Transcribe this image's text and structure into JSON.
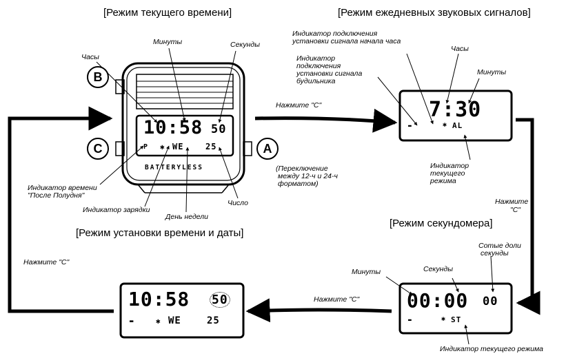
{
  "titles": {
    "current_time": "[Режим текущего времени]",
    "daily_alarm": "[Режим ежедневных звуковых сигналов]",
    "stopwatch": "[Режим секундомера]",
    "time_date_setting": "[Режим установки времени и даты]"
  },
  "buttons": {
    "b": "B",
    "c": "C",
    "a": "A"
  },
  "watch_main": {
    "time_digits": "10:58",
    "seconds_digits": "50",
    "day_text": "WE",
    "date_digits": "25",
    "pm_symbol": "P",
    "brand_text": "BATTERYLESS"
  },
  "alarm_display": {
    "time_digits": "7:30",
    "mode_text": "AL"
  },
  "stopwatch_display": {
    "time_digits": "00:00",
    "hundredths_digits": "00",
    "mode_text": "ST"
  },
  "setting_display": {
    "time_digits": "10:58",
    "seconds_digits": "50",
    "day_text": "WE",
    "date_digits": "25"
  },
  "labels": {
    "hours": "Часы",
    "minutes": "Минуты",
    "seconds": "Секунды",
    "pm_indicator_1": "Индикатор времени",
    "pm_indicator_2": "\"После Полудня\"",
    "charge_indicator": "Индикатор зарядки",
    "day_of_week": "День недели",
    "date": "Число",
    "format_switch_1": "(Переключение",
    "format_switch_2": "между 12-ч и 24-ч",
    "format_switch_3": "форматом)",
    "hourly_chime_1": "Индикатор подключения",
    "hourly_chime_2": "установки сигнала начала часа",
    "alarm_ind_1": "Индикатор",
    "alarm_ind_2": "подключения",
    "alarm_ind_3": "установки сигнала",
    "alarm_ind_4": "будильника",
    "alarm_hours": "Часы",
    "alarm_minutes": "Минуты",
    "mode_ind_1": "Индикатор",
    "mode_ind_2": "текущего",
    "mode_ind_3": "режима",
    "press_c_1": "Нажмите \"С\"",
    "press_c_2a": "Нажмите",
    "press_c_2b": "\"С\"",
    "press_c_3": "Нажмите \"С\"",
    "press_c_4": "Нажмите \"С\"",
    "sw_hundredths_1": "Сотые доли",
    "sw_hundredths_2": "секунды",
    "sw_seconds": "Секунды",
    "sw_minutes": "Минуты",
    "sw_mode_ind": "Индикатор текущего режима"
  }
}
